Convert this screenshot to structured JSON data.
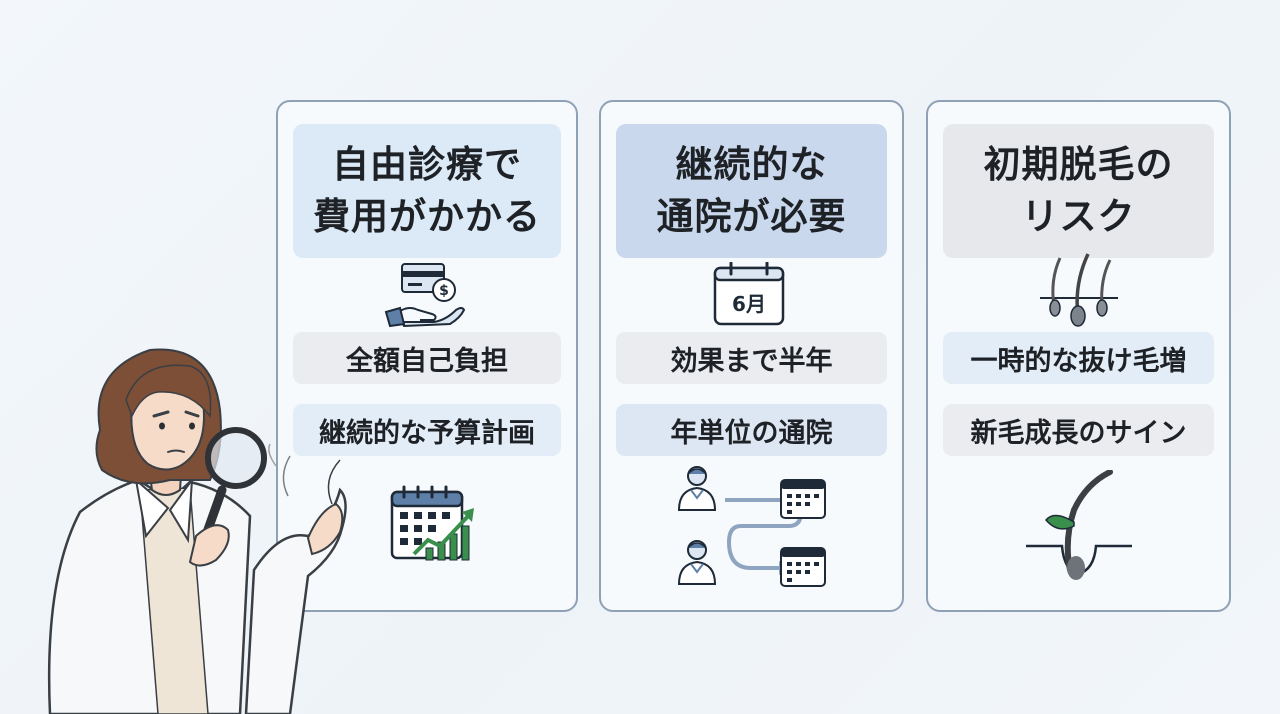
{
  "cards": [
    {
      "title_lines": [
        "自由診療で",
        "費用がかかる"
      ],
      "title_bg": "#dbeaf6",
      "icon": "card-payment-hand-icon",
      "items": [
        "全額自己負担",
        "継続的な予算計画"
      ],
      "bottom_icon": "calendar-growth-chart-icon"
    },
    {
      "title_lines": [
        "継続的な",
        "通院が必要"
      ],
      "title_bg": "#c9d8ec",
      "icon": "calendar-icon",
      "calendar_label": "6月",
      "items": [
        "効果まで半年",
        "年単位の通院"
      ],
      "bottom_icon": "doctor-visit-schedule-icon"
    },
    {
      "title_lines": [
        "初期脱毛の",
        "リスク"
      ],
      "title_bg": "#e6e8ec",
      "icon": "hair-follicles-icon",
      "items": [
        "一時的な抜け毛増",
        "新毛成長のサイン"
      ],
      "bottom_icon": "new-hair-sprout-icon"
    }
  ],
  "illustration": "doctor-with-magnifying-glass",
  "colors": {
    "card_border": "#8fa1b5",
    "background": "#f1f5f9",
    "accent_green": "#3a8f4c"
  }
}
